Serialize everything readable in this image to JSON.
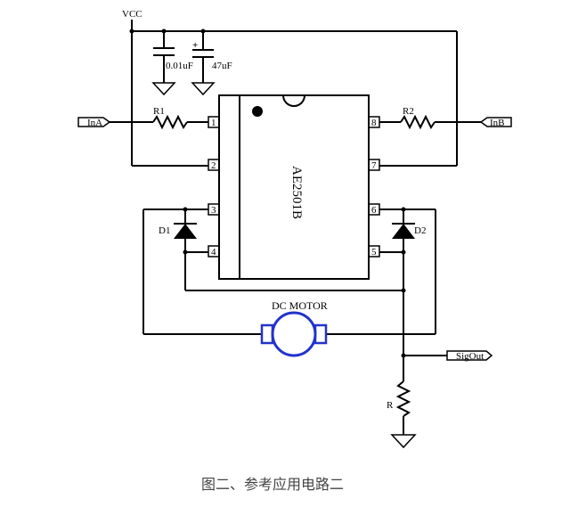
{
  "labels": {
    "vcc": "VCC",
    "c1": "0.01uF",
    "c2": "47uF",
    "c2_polarity": "+",
    "r1": "R1",
    "r2": "R2",
    "r": "R",
    "ina": "InA",
    "inb": "InB",
    "d1": "D1",
    "d2": "D2",
    "motor": "DC MOTOR",
    "sigout": "SigOut",
    "chip": "AE2501B"
  },
  "pins": {
    "p1": "1",
    "p2": "2",
    "p3": "3",
    "p4": "4",
    "p5": "5",
    "p6": "6",
    "p7": "7",
    "p8": "8"
  },
  "caption": "图二、参考应用电路二"
}
